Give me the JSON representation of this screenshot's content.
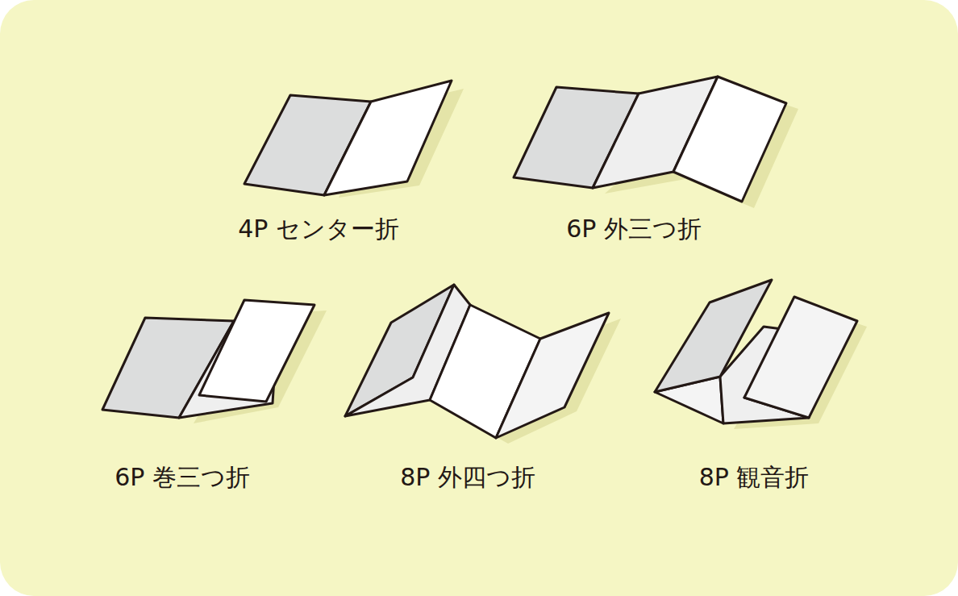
{
  "diagram": {
    "labels": [
      "4P センター折",
      "6P 外三つ折",
      "6P 巻三つ折",
      "8P 外四つ折",
      "8P 観音折"
    ]
  }
}
